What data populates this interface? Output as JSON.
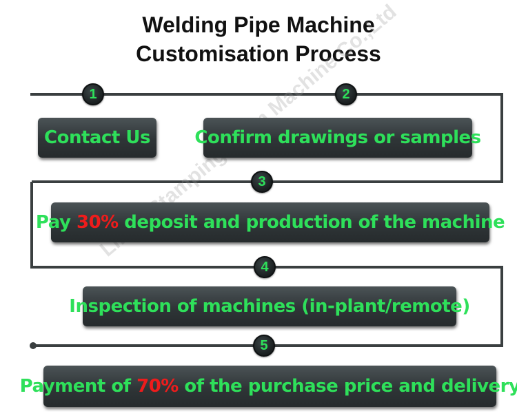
{
  "title": {
    "line1": "Welding Pipe Machine",
    "line2": "Customisation Process"
  },
  "steps": [
    {
      "number": "1",
      "text": "Contact Us"
    },
    {
      "number": "2",
      "text": "Confirm drawings or samples"
    },
    {
      "number": "3",
      "before": "Pay ",
      "highlight": "30%",
      "after": " deposit and production of the machine"
    },
    {
      "number": "4",
      "text": "Inspection of machines (in-plant/remote)"
    },
    {
      "number": "5",
      "before": "Payment of ",
      "highlight": "70%",
      "after": " of the purchase price and delivery"
    }
  ],
  "watermark": "Linbo Stamping Form Machine Co.,Ltd",
  "colors": {
    "box_text": "#2ee05a",
    "highlight": "#ee1c1c",
    "box_bg": "#2f3537",
    "line": "#3a3f40"
  }
}
